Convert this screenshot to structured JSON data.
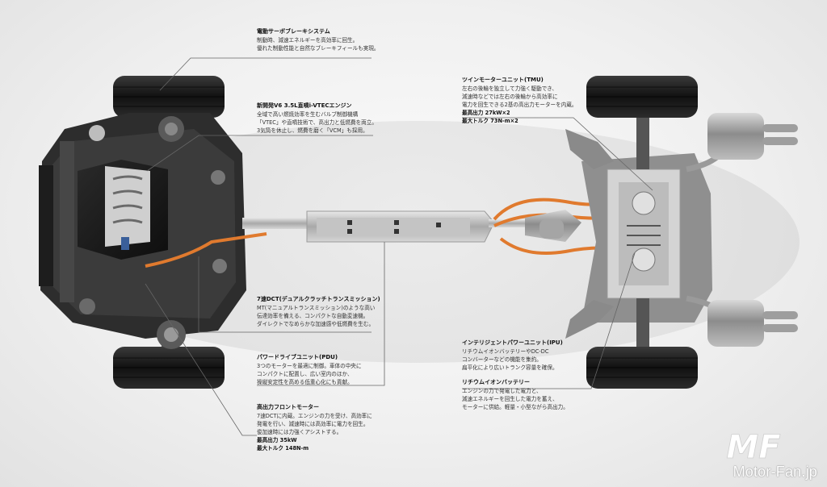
{
  "callouts": {
    "brake": {
      "title": "電動サーボブレーキシステム",
      "lines": [
        "制動時、減速エネルギーを高効率に回生。",
        "優れた制動性能と自然なブレーキフィールも実現。"
      ]
    },
    "engine": {
      "title": "新開発V6 3.5L直噴i-VTECエンジン",
      "lines": [
        "全域で高い燃焼効率を生むバルブ制御機構",
        "「VTEC」や直噴技術で、高出力と低燃費を両立。",
        "3気筒を休止し、燃費を磨く「VCM」も採用。"
      ]
    },
    "tmu": {
      "title": "ツインモーターユニット(TMU)",
      "lines": [
        "左右の後輪を独立して力強く駆動でき、",
        "減速時などでは左右の後輪から高効率に",
        "電力を回生できる2基の高出力モーターを内蔵。"
      ],
      "spec1": "最高出力 27kW×2",
      "spec2": "最大トルク 73N-m×2"
    },
    "dct": {
      "title": "7速DCT(デュアルクラッチトランスミッション)",
      "lines": [
        "MT(マニュアルトランスミッション)のような高い",
        "伝達効率を備える、コンパクトな自動変速機。",
        "ダイレクトでなめらかな加速感や低燃費を生む。"
      ]
    },
    "pdu": {
      "title": "パワードライブユニット(PDU)",
      "lines": [
        "3つのモーターを最適に制御。車体の中央に",
        "コンパクトに配置し、広い室内のほか、",
        "操縦安定性を高める低重心化にも貢献。"
      ]
    },
    "motor": {
      "title": "高出力フロントモーター",
      "lines": [
        "7速DCTに内蔵。エンジンの力を受け、高効率に",
        "発電を行い、減速時には高効率に電力を回生。",
        "俊加速時には力強くアシストする。"
      ],
      "spec1": "最高出力 35kW",
      "spec2": "最大トルク 148N-m"
    },
    "ipu": {
      "title": "インテリジェントパワーユニット(IPU)",
      "lines": [
        "リチウムイオンバッテリーやDC-DC",
        "コンバーターなどの機能を集約。",
        "扁平化により広いトランク容量を確保。"
      ],
      "title2": "リチウムイオンバッテリー",
      "lines2": [
        "エンジンの力で発電した電力と、",
        "減速エネルギーを回生した電力を蓄え、",
        "モーターに供給。軽量・小型ながら高出力。"
      ]
    }
  },
  "watermark": {
    "mark": "MF",
    "brand": "Motor-Fan.jp"
  },
  "colors": {
    "cable": "#e07a2e",
    "tire": "#1e1e1e",
    "leader": "#666666"
  }
}
